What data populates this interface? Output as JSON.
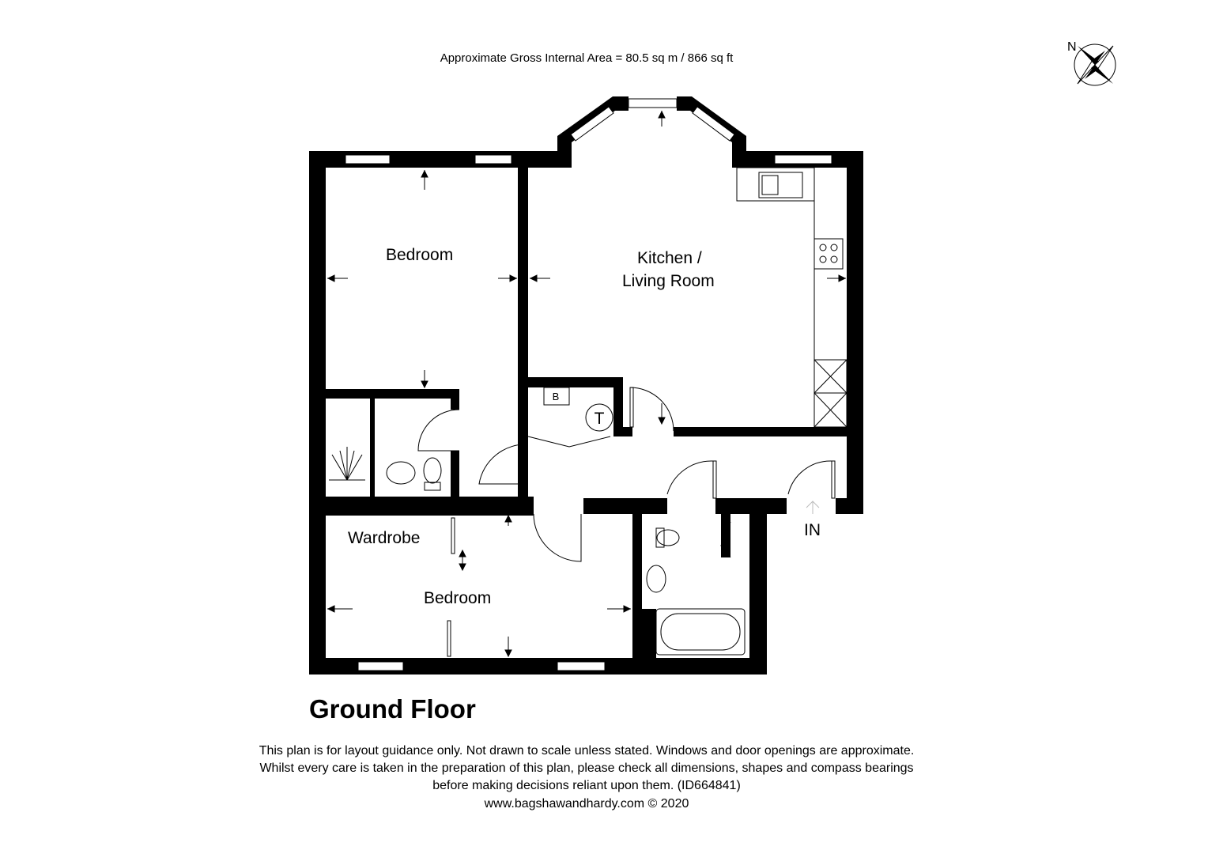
{
  "header": {
    "area_text": "Approximate Gross Internal Area = 80.5 sq m / 866 sq ft",
    "compass_label": "N"
  },
  "rooms": {
    "bedroom_1": "Bedroom",
    "kitchen_line1": "Kitchen /",
    "kitchen_line2": "Living Room",
    "wardrobe": "Wardrobe",
    "bedroom_2": "Bedroom",
    "boiler": "B",
    "tank": "T",
    "entrance": "IN"
  },
  "floor_title": "Ground Floor",
  "disclaimer": {
    "line1": "This plan is for layout guidance only. Not drawn to scale unless stated. Windows and door openings are approximate.",
    "line2": "Whilst every care is taken in the preparation of this plan, please check all dimensions, shapes and compass bearings",
    "line3": "before making decisions reliant upon them. (ID664841)",
    "line4": "www.bagshawandhardy.com © 2020"
  }
}
